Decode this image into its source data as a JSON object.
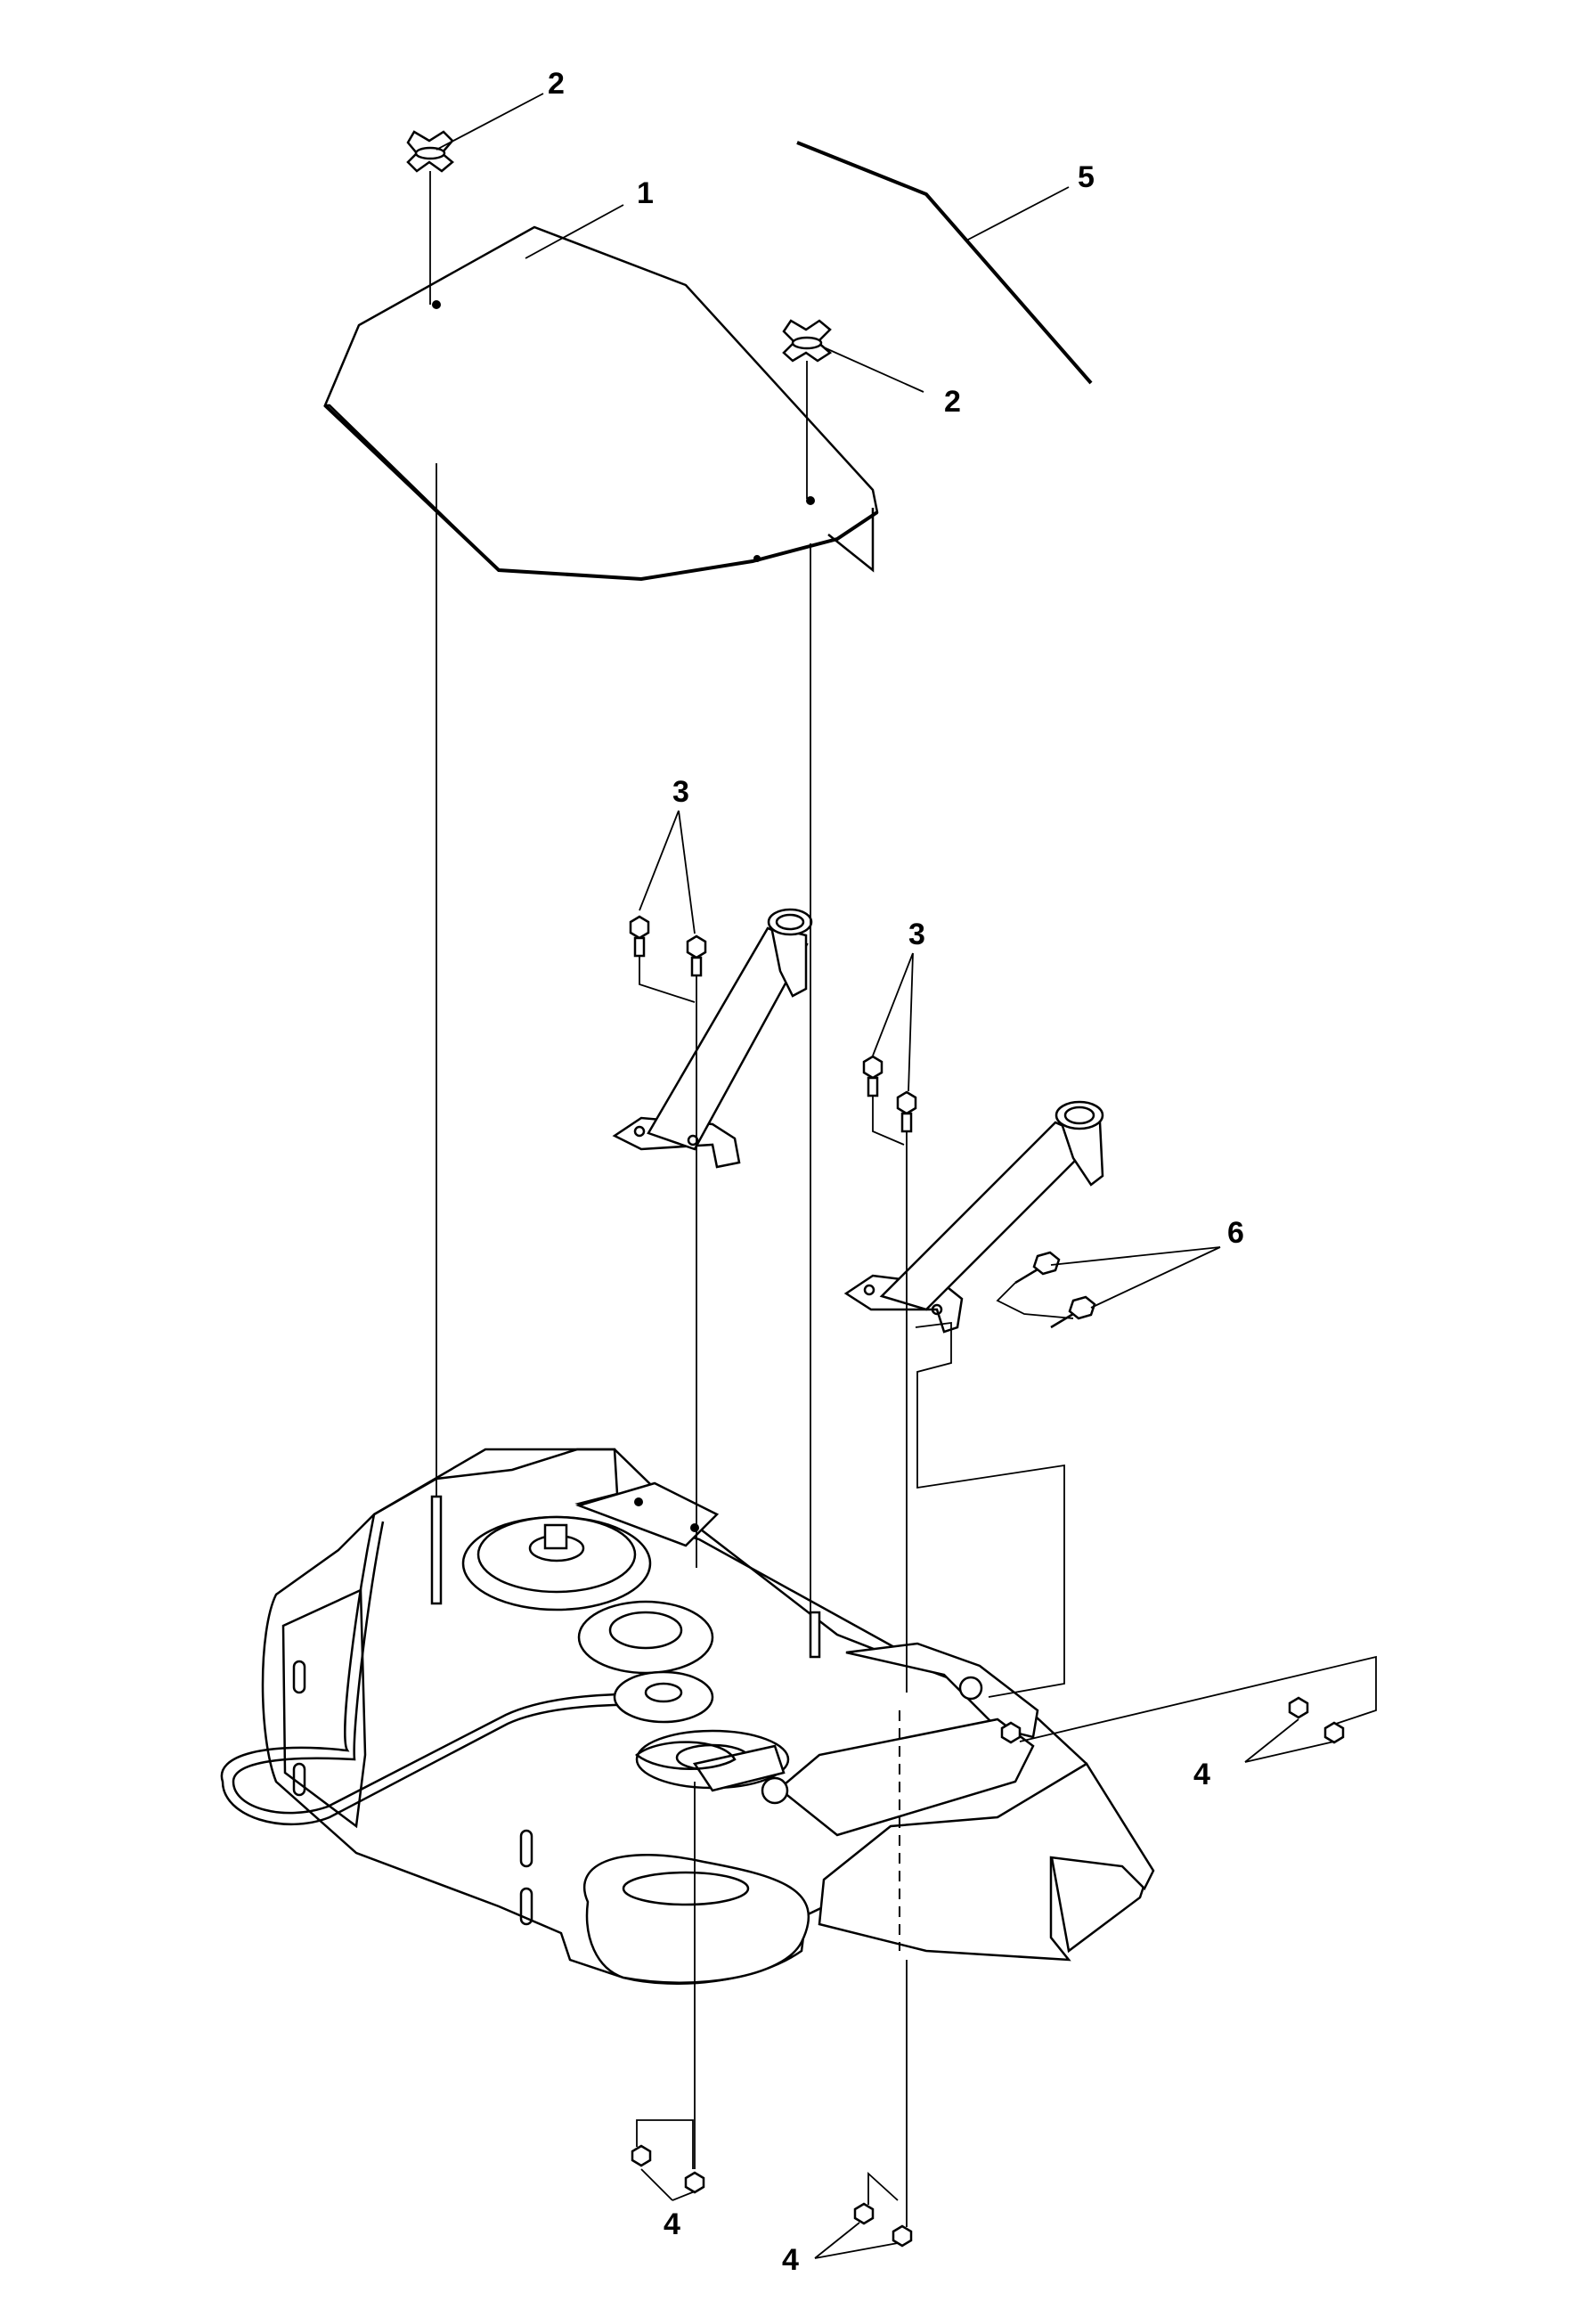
{
  "callouts": {
    "c1": "1",
    "c2a": "2",
    "c2b": "2",
    "c3a": "3",
    "c3b": "3",
    "c4a": "4",
    "c4b": "4",
    "c4c": "4",
    "c5": "5",
    "c6": "6"
  }
}
